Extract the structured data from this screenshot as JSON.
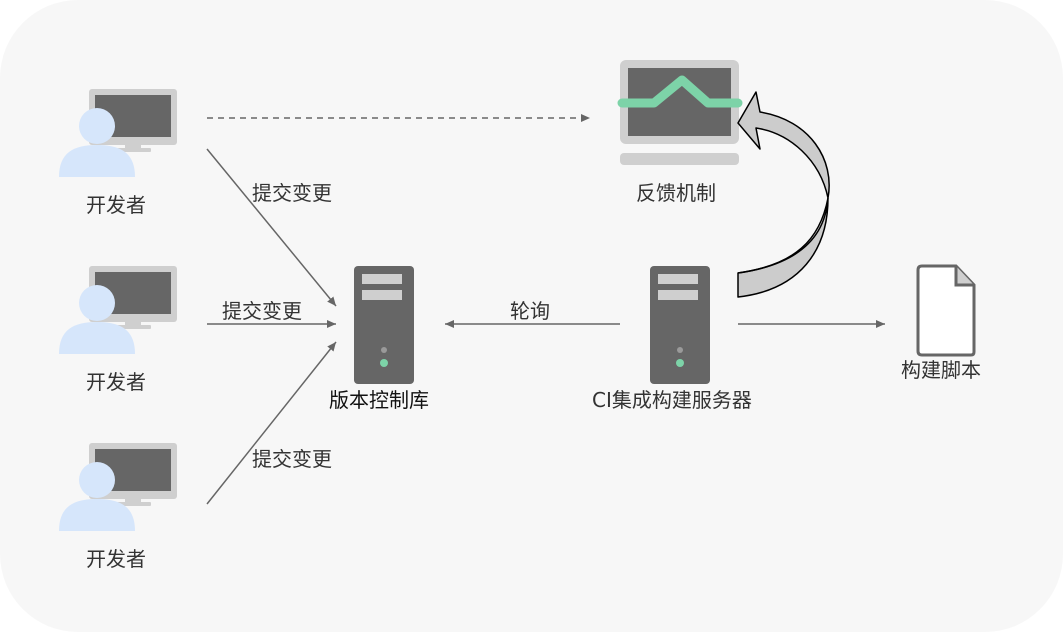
{
  "developers": [
    {
      "label": "开发者"
    },
    {
      "label": "开发者"
    },
    {
      "label": "开发者"
    }
  ],
  "commit_labels": [
    "提交变更",
    "提交变更",
    "提交变更"
  ],
  "repository": {
    "label": "版本控制库"
  },
  "ci_server": {
    "label": "CI集成构建服务器"
  },
  "poll_label": "轮询",
  "feedback": {
    "label": "反馈机制"
  },
  "build_script": {
    "label": "构建脚本"
  },
  "colors": {
    "background": "#f7f7f7",
    "person": "#d6e6fb",
    "monitor_frame": "#cfcfcf",
    "monitor_screen": "#666666",
    "server": "#666666",
    "server_slot": "#cfcfcf",
    "led": "#7dd3a8",
    "pulse": "#7dd3a8",
    "arrow": "#666666",
    "curved_arrow_fill": "#cccccc"
  },
  "icons": [
    "person-icon",
    "monitor-icon",
    "server-icon",
    "document-icon",
    "feedback-monitor-icon"
  ]
}
